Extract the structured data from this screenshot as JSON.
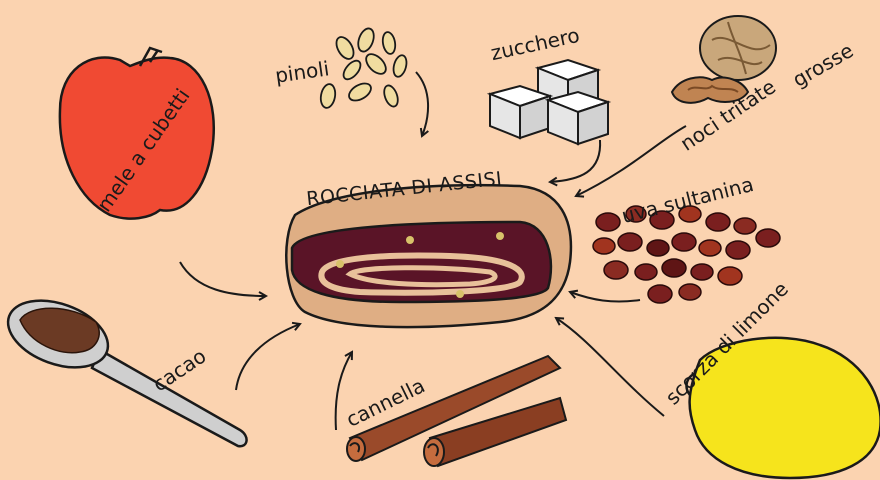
{
  "title": "ROCCIATA DI ASSISI",
  "ingredients": {
    "mele": "mele a cubetti",
    "pinoli": "pinoli",
    "zucchero": "zucchero",
    "noci_1": "noci tritate",
    "noci_2": "grosse",
    "uva": "uva sultanina",
    "limone": "scorza di limone",
    "cannella": "cannella",
    "cacao": "cacao"
  },
  "colors": {
    "background": "#fbd3b0",
    "apple": "#f04a33",
    "lemon": "#f6e41c",
    "filling": "#5a1427",
    "dough": "#dfae84",
    "cinnamon": "#9a4a2a",
    "raisin": "#7a1f1f"
  }
}
